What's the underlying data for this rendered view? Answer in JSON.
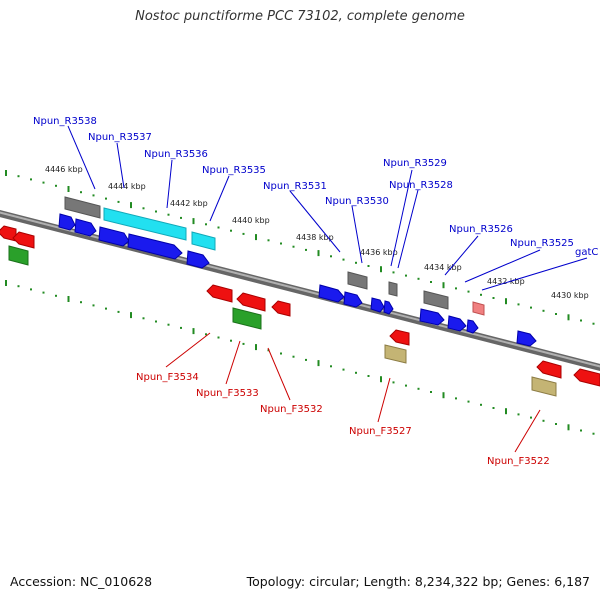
{
  "title": "Nostoc punctiforme PCC 73102, complete genome",
  "footer": {
    "accession": "Accession: NC_010628",
    "summary": "Topology: circular; Length: 8,234,322 bp; Genes: 6,187"
  },
  "colors": {
    "backbone": "#8a8a8a",
    "tick": "#228b22",
    "forward_label": "#0000cc",
    "reverse_label": "#cc0000",
    "blue": "#1a1aee",
    "cyan": "#22e0f0",
    "red": "#ee1111",
    "gray": "#777777",
    "green": "#2aa02a",
    "khaki": "#c4b474",
    "pink": "#f08080"
  },
  "ruler": {
    "unit": "kbp",
    "ticks": [
      "4446 kbp",
      "4444 kbp",
      "4442 kbp",
      "4440 kbp",
      "4438 kbp",
      "4436 kbp",
      "4434 kbp",
      "4432 kbp",
      "4430 kbp"
    ]
  },
  "forward_labels": [
    "Npun_R3538",
    "Npun_R3537",
    "Npun_R3536",
    "Npun_R3535",
    "Npun_R3531",
    "Npun_R3530",
    "Npun_R3529",
    "Npun_R3528",
    "Npun_R3526",
    "Npun_R3525",
    "gatC"
  ],
  "reverse_labels": [
    "Npun_F3534",
    "Npun_F3533",
    "Npun_F3532",
    "Npun_F3527",
    "Npun_F3522"
  ]
}
